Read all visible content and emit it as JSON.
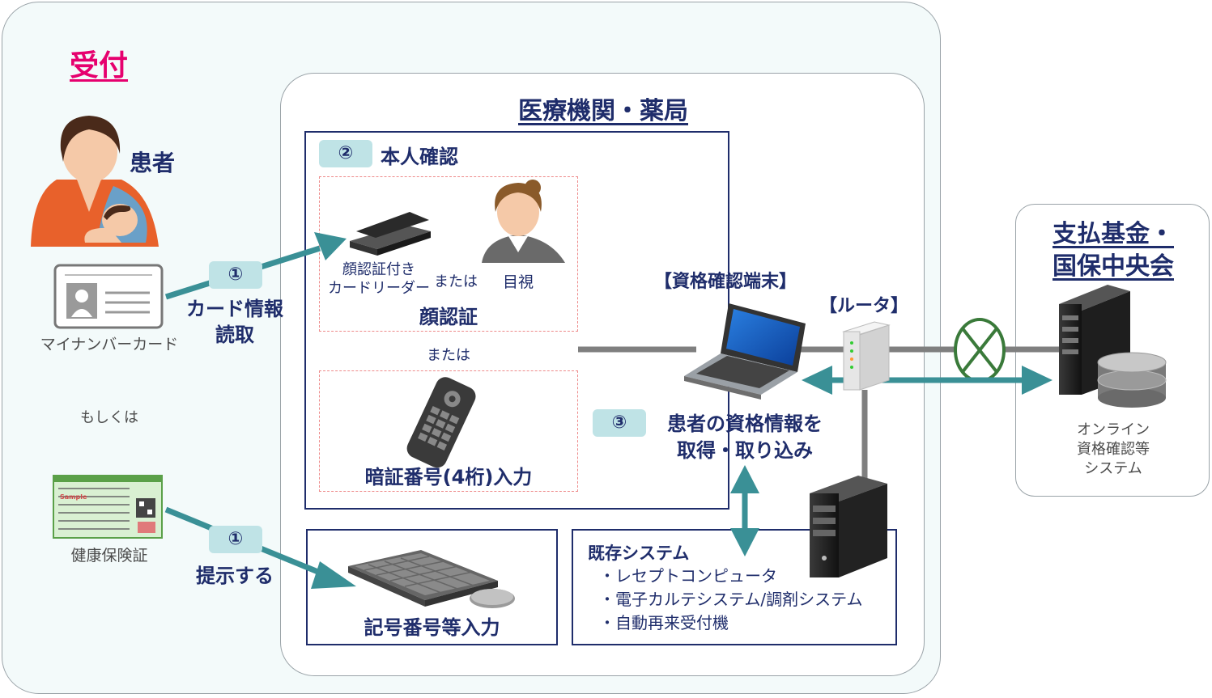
{
  "reception": {
    "title": "受付"
  },
  "patient": {
    "label": "患者"
  },
  "mynumber_card": {
    "label": "マイナンバーカード"
  },
  "or_text_left": "もしくは",
  "insurance_card": {
    "label": "健康保険証",
    "sample_text": "Sample"
  },
  "step1_top": {
    "badge": "①",
    "line1": "カード情報",
    "line2": "読取"
  },
  "step1_bottom": {
    "badge": "①",
    "label": "提示する"
  },
  "institution": {
    "title": "医療機関・薬局"
  },
  "identity": {
    "badge": "②",
    "title": "本人確認",
    "reader_line1": "顔認証付き",
    "reader_line2": "カードリーダー",
    "or_mid": "または",
    "visual": "目視",
    "face_auth": "顔認証",
    "or_between": "または",
    "pin_input": "暗証番号(4桁)入力"
  },
  "terminal": {
    "label": "【資格確認端末】"
  },
  "router": {
    "label": "【ルータ】"
  },
  "step3": {
    "badge": "③",
    "line1": "患者の資格情報を",
    "line2": "取得・取り込み"
  },
  "keyboard_box": {
    "label": "記号番号等入力"
  },
  "existing": {
    "title": "既存システム",
    "items": [
      "・レセプトコンピュータ",
      "・電子カルテシステム/調剤システム",
      "・自動再来受付機"
    ]
  },
  "fund": {
    "title_line1": "支払基金・",
    "title_line2": "国保中央会"
  },
  "online_system": {
    "line1": "オンライン",
    "line2": "資格確認等",
    "line3": "システム"
  },
  "colors": {
    "teal_arrow": "#3a9096",
    "navy": "#1f2d6b",
    "pink": "#e6006e",
    "badge": "#bfe3e6",
    "green_circle": "#3a7a3a",
    "line_gray": "#7f7f7f"
  }
}
